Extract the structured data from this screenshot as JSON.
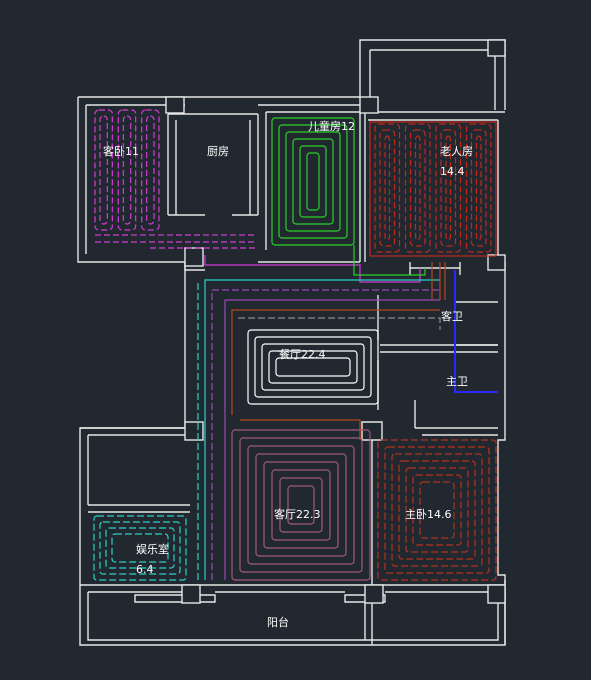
{
  "colors": {
    "background": "#212830",
    "wall": "#e6e6e6",
    "guest_loop": "#d23cd2",
    "child_loop": "#28d228",
    "elder_loop": "#c0281e",
    "dining_loop": "#ffffff",
    "living_loop": "#a05a78",
    "master_loop": "#b4321e",
    "entertainment_loop": "#28d2c8",
    "manifold_line": "#2828ff",
    "trunk_orange": "#b4461e",
    "trunk_purple": "#9a4ab4",
    "trunk_gray": "#8c8c8c"
  },
  "labels": {
    "guest_room": "客卧11",
    "kitchen": "厨房",
    "child_room": "儿童房12",
    "elder_room": "老人房",
    "elder_area": "14.4",
    "guest_bath": "客卫",
    "dining": "餐厅22.4",
    "master_bath": "主卫",
    "living": "客厅22.3",
    "master_bed": "主卧14.6",
    "entertainment": "娱乐室",
    "entertainment_area": "6.4",
    "balcony": "阳台"
  }
}
